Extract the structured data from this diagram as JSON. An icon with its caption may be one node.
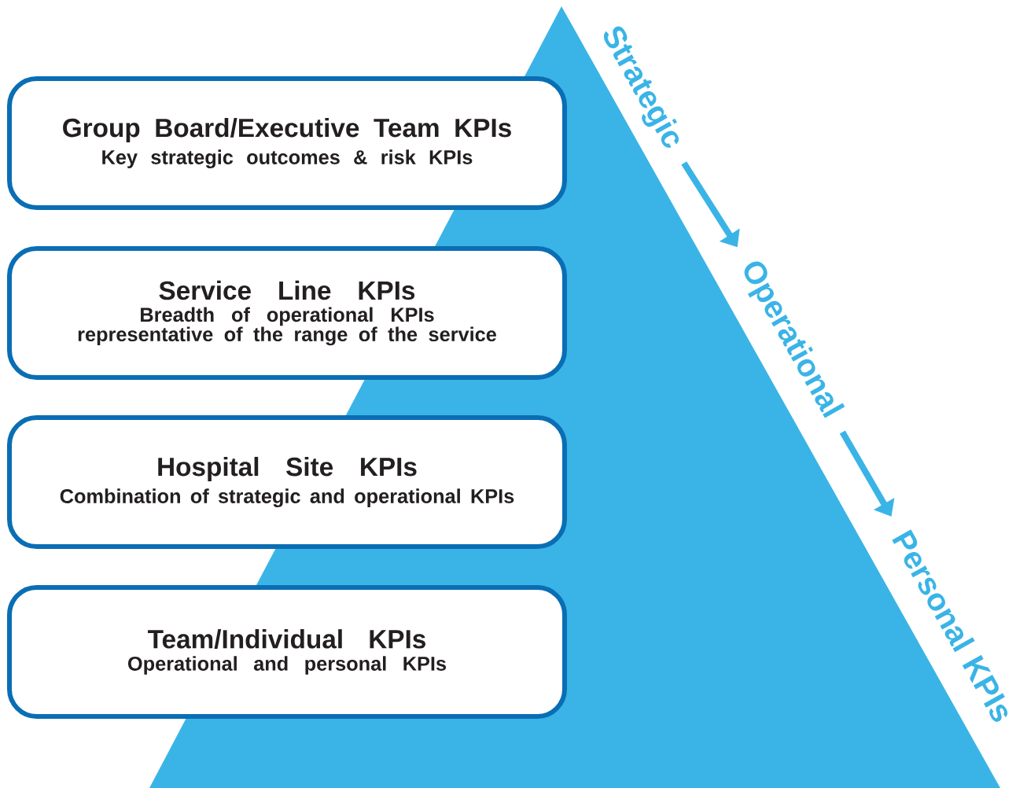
{
  "diagram": {
    "nodes": [
      {
        "text": [
          "Group Board/Executive Team KPIs",
          "Key strategic outcomes & risk KPIs"
        ]
      },
      {
        "text": [
          "Service Line KPIs",
          "Breadth of operational KPIs representative of the range of the service"
        ]
      },
      {
        "text": [
          "Hospital Site KPIs",
          "Combination of strategic and operational KPIs"
        ]
      },
      {
        "text": [
          "Team/Individual KPIs",
          "Operational and personal KPIs"
        ]
      },
      {
        "text": [
          "Strategic"
        ]
      },
      {
        "text": [
          "Operational"
        ]
      },
      {
        "text": [
          "Personal KPIs"
        ]
      }
    ],
    "edges": [
      {
        "from": 4,
        "to": 5,
        "arrow": "to"
      },
      {
        "from": 5,
        "to": 6,
        "arrow": "to"
      }
    ]
  }
}
